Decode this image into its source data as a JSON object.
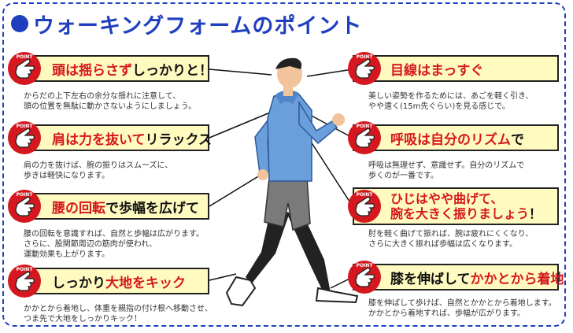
{
  "title": "ウォーキングフォームのポイント",
  "badge": "POINT",
  "colors": {
    "accent_blue": "#1f3fbf",
    "highlight_red": "#d5181f",
    "card_bg": "#fffac0"
  },
  "points_left": [
    {
      "pre": "",
      "hl": "頭は揺らさず",
      "post": "しっかりと！",
      "desc": [
        "からだの上下左右の余分な揺れに注意して、",
        "頭の位置を無駄に動かさないようにしましょう。"
      ]
    },
    {
      "pre": "",
      "hl": "肩は力を抜いて",
      "post": "リラックス",
      "desc": [
        "肩の力を抜けば、腕の振りはスムーズに、",
        "歩きは軽快になります。"
      ]
    },
    {
      "pre": "",
      "hl": "腰の回転",
      "post": "で歩幅を広げて",
      "desc": [
        "腰の回転を意識すれば、自然と歩幅は広がります。",
        "さらに、股関節周辺の筋肉が使われ、",
        "運動効果も上がります。"
      ]
    },
    {
      "pre": "しっかり",
      "hl": "大地をキック",
      "post": "",
      "desc": [
        "かかとから着地し、体重を親指の付け根へ移動させ、",
        "つま先で大地をしっかりキック！"
      ]
    }
  ],
  "points_right": [
    {
      "line1_pre": "",
      "line1_hl": "目線はまっすぐ",
      "line1_post": "",
      "line2_hl": "",
      "line2_post": "",
      "desc": [
        "美しい姿勢を作るためには、あごを軽く引き、",
        "やや遠く(15m先ぐらい)を見る感じで。"
      ]
    },
    {
      "line1_pre": "",
      "line1_hl": "呼吸は自分のリズム",
      "line1_post": "で",
      "line2_hl": "",
      "line2_post": "",
      "desc": [
        "呼吸は無理せず、意識せず。自分のリズムで",
        "歩くのが一番です。"
      ]
    },
    {
      "line1_pre": "",
      "line1_hl": "ひじはやや曲げて、",
      "line1_post": "",
      "line2_hl": "腕を大きく振りましょう",
      "line2_post": "！",
      "desc": [
        "肘を軽く曲げて振れば、腕は疲れにくくなり、",
        "さらに大きく振れば歩幅は広くなります。"
      ]
    },
    {
      "line1_pre": "膝を伸ばして",
      "line1_hl": "かかとから着地",
      "line1_post": "",
      "line2_hl": "",
      "line2_post": "",
      "desc": [
        "膝を伸ばして歩けば、自然とかかとから着地します。",
        "かかとから着地すれば、歩幅が広がります。"
      ]
    }
  ]
}
